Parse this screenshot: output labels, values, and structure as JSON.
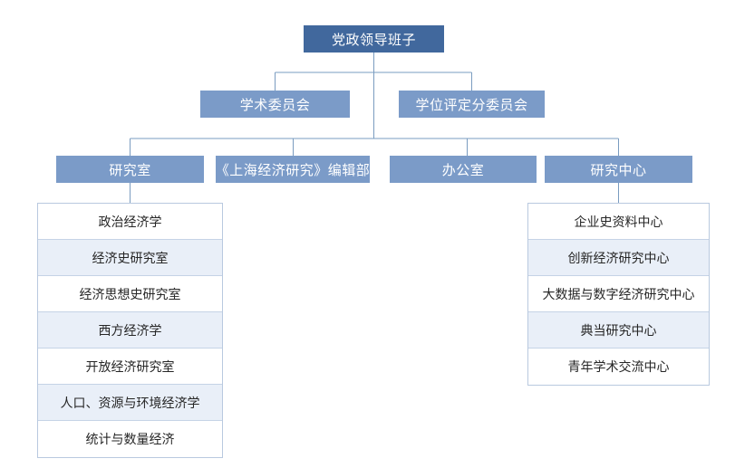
{
  "colors": {
    "root_fill": "#41689d",
    "node_fill": "#7b9bc8",
    "connector_line": "#7a9cc0",
    "list_border": "#b9c9df",
    "list_row_alt": "#e9eff8",
    "list_row_base": "#ffffff",
    "node_text": "#ffffff",
    "list_text": "#262626",
    "page_background": "#ffffff"
  },
  "org_chart": {
    "type": "tree",
    "root": {
      "label": "党政领导班子"
    },
    "level2": [
      {
        "label": "学术委员会"
      },
      {
        "label": "学位评定分委员会"
      }
    ],
    "level3": [
      {
        "label": "研究室"
      },
      {
        "label": "《上海经济研究》编辑部"
      },
      {
        "label": "办公室"
      },
      {
        "label": "研究中心"
      }
    ],
    "research_offices": {
      "parent": "研究室",
      "items": [
        "政治经济学",
        "经济史研究室",
        "经济思想史研究室",
        "西方经济学",
        "开放经济研究室",
        "人口、资源与环境经济学",
        "统计与数量经济"
      ]
    },
    "research_centers": {
      "parent": "研究中心",
      "items": [
        "企业史资料中心",
        "创新经济研究中心",
        "大数据与数字经济研究中心",
        "典当研究中心",
        "青年学术交流中心"
      ]
    }
  }
}
